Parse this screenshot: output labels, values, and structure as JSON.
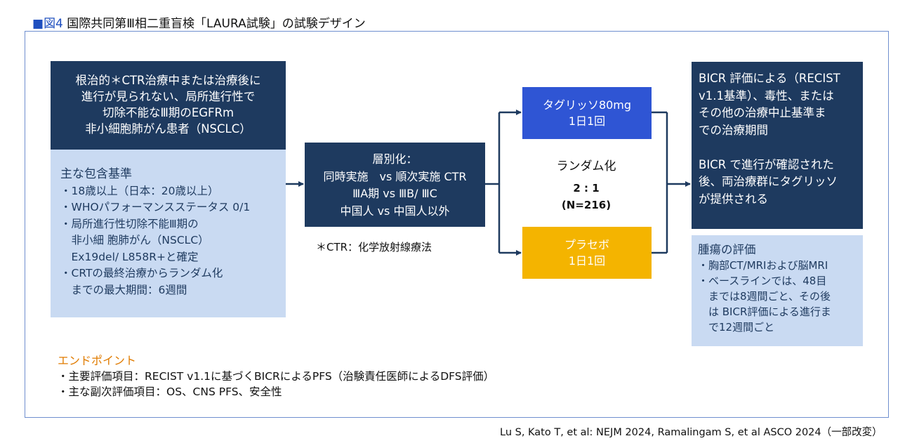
{
  "title": {
    "square": "■",
    "fig": "図4",
    "text": "国際共同第Ⅲ相二重盲検「LAURA試験」の試験デザイン"
  },
  "patient_box": "根治的＊CTR治療中または治療後に\n進行が見られない、局所進行性で\n切除不能なⅢ期のEGFRm\n非小細胞肺がん患者（NSCLC）",
  "criteria": {
    "heading": "主な包含基準",
    "items": [
      "・18歳以上（日本：20歳以上）",
      "・WHOパフォーマンスステータス 0/1",
      "・局所進行性切除不能Ⅲ期の",
      "　非小細 胞肺がん（NSCLC）",
      "　Ex19del/ L858R+と確定",
      "・CRTの最終治療からランダム化",
      "　までの最大期間：6週間"
    ]
  },
  "stratification": "層別化：\n同時実施　vs 順次実施 CTR\nⅢA期 vs ⅢB/ ⅢC\n中国人 vs 中国人以外",
  "ctr_note": "＊CTR：化学放射線療法",
  "arm_a": "タグリッソ80mg\n1日1回",
  "arm_b": "プラセボ\n1日1回",
  "randomization": {
    "label": "ランダム化",
    "ratio": "2 : 1",
    "n": "(N=216)"
  },
  "treatment_box": "BICR 評価による（RECIST\nv1.1基準）、毒性、または\nその他の治療中止基準ま\nでの治療期間\n\nBICR で進行が確認された\n後、両治療群にタグリッソ\nが提供される",
  "tumor": {
    "heading": "腫瘍の評価",
    "items": [
      "・胸部CT/MRIおよび脳MRI",
      "・ベースラインでは、48目",
      "　までは8週間ごと、その後",
      "　は BICR評価による進行ま",
      "　で12週間ごと"
    ]
  },
  "endpoints": {
    "heading": "エンドポイント",
    "items": [
      "・主要評価項目：RECIST v1.1に基づくBICRによるPFS（治験責任医師によるDFS評価）",
      "・主な副次評価項目：OS、CNS PFS、安全性"
    ]
  },
  "source": "Lu S, Kato T, et al: NEJM 2024, Ramalingam S, et al ASCO 2024（一部改変）",
  "colors": {
    "dark_navy": "#1e3a5f",
    "light_blue": "#c9daf2",
    "arm_blue": "#2f55d4",
    "arm_yellow": "#f4b400",
    "endpoint_orange": "#e07b00",
    "frame": "#6f8fcf"
  }
}
